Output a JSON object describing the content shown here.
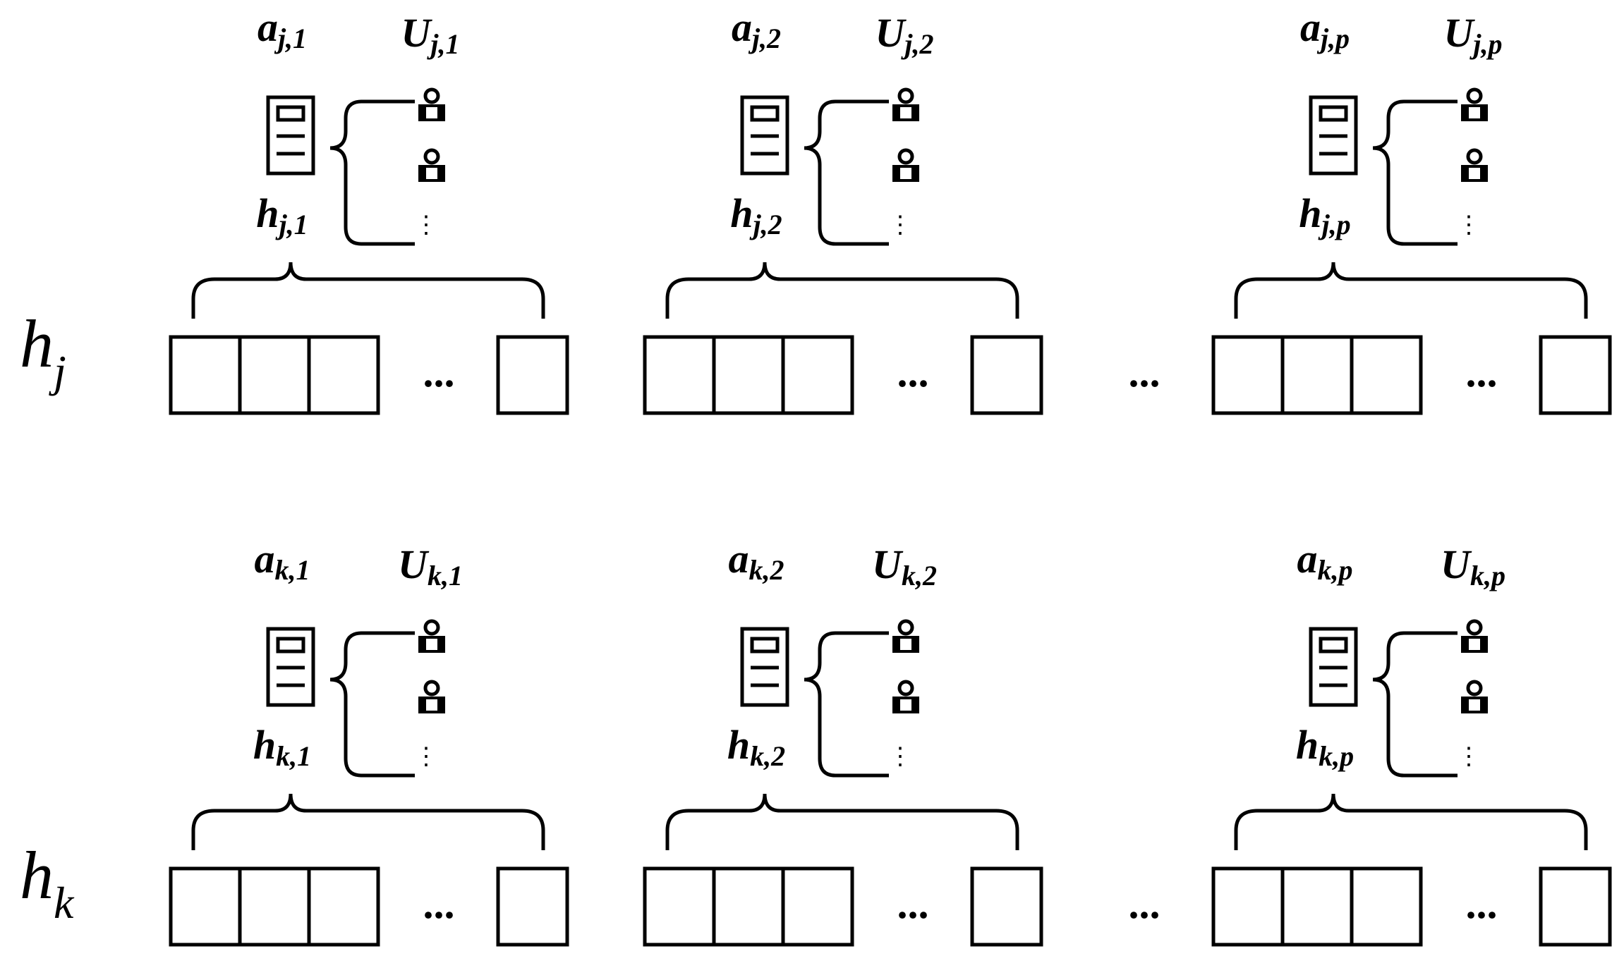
{
  "rows": [
    {
      "label": "h",
      "label_sub": "j",
      "ellipsis": "...",
      "groups": [
        {
          "a": "a",
          "u": "U",
          "h": "h",
          "sub": "j,1",
          "cells_ellipsis": "...",
          "vdots": "⋮"
        },
        {
          "a": "a",
          "u": "U",
          "h": "h",
          "sub": "j,2",
          "cells_ellipsis": "...",
          "vdots": "⋮"
        },
        {
          "a": "a",
          "u": "U",
          "h": "h",
          "sub": "j,p",
          "cells_ellipsis": "...",
          "vdots": "⋮"
        }
      ]
    },
    {
      "label": "h",
      "label_sub": "k",
      "ellipsis": "...",
      "groups": [
        {
          "a": "a",
          "u": "U",
          "h": "h",
          "sub": "k,1",
          "cells_ellipsis": "...",
          "vdots": "⋮"
        },
        {
          "a": "a",
          "u": "U",
          "h": "h",
          "sub": "k,2",
          "cells_ellipsis": "...",
          "vdots": "⋮"
        },
        {
          "a": "a",
          "u": "U",
          "h": "h",
          "sub": "k,p",
          "cells_ellipsis": "...",
          "vdots": "⋮"
        }
      ]
    }
  ],
  "icons": {
    "document": "document-icon",
    "user": "user-icon"
  }
}
